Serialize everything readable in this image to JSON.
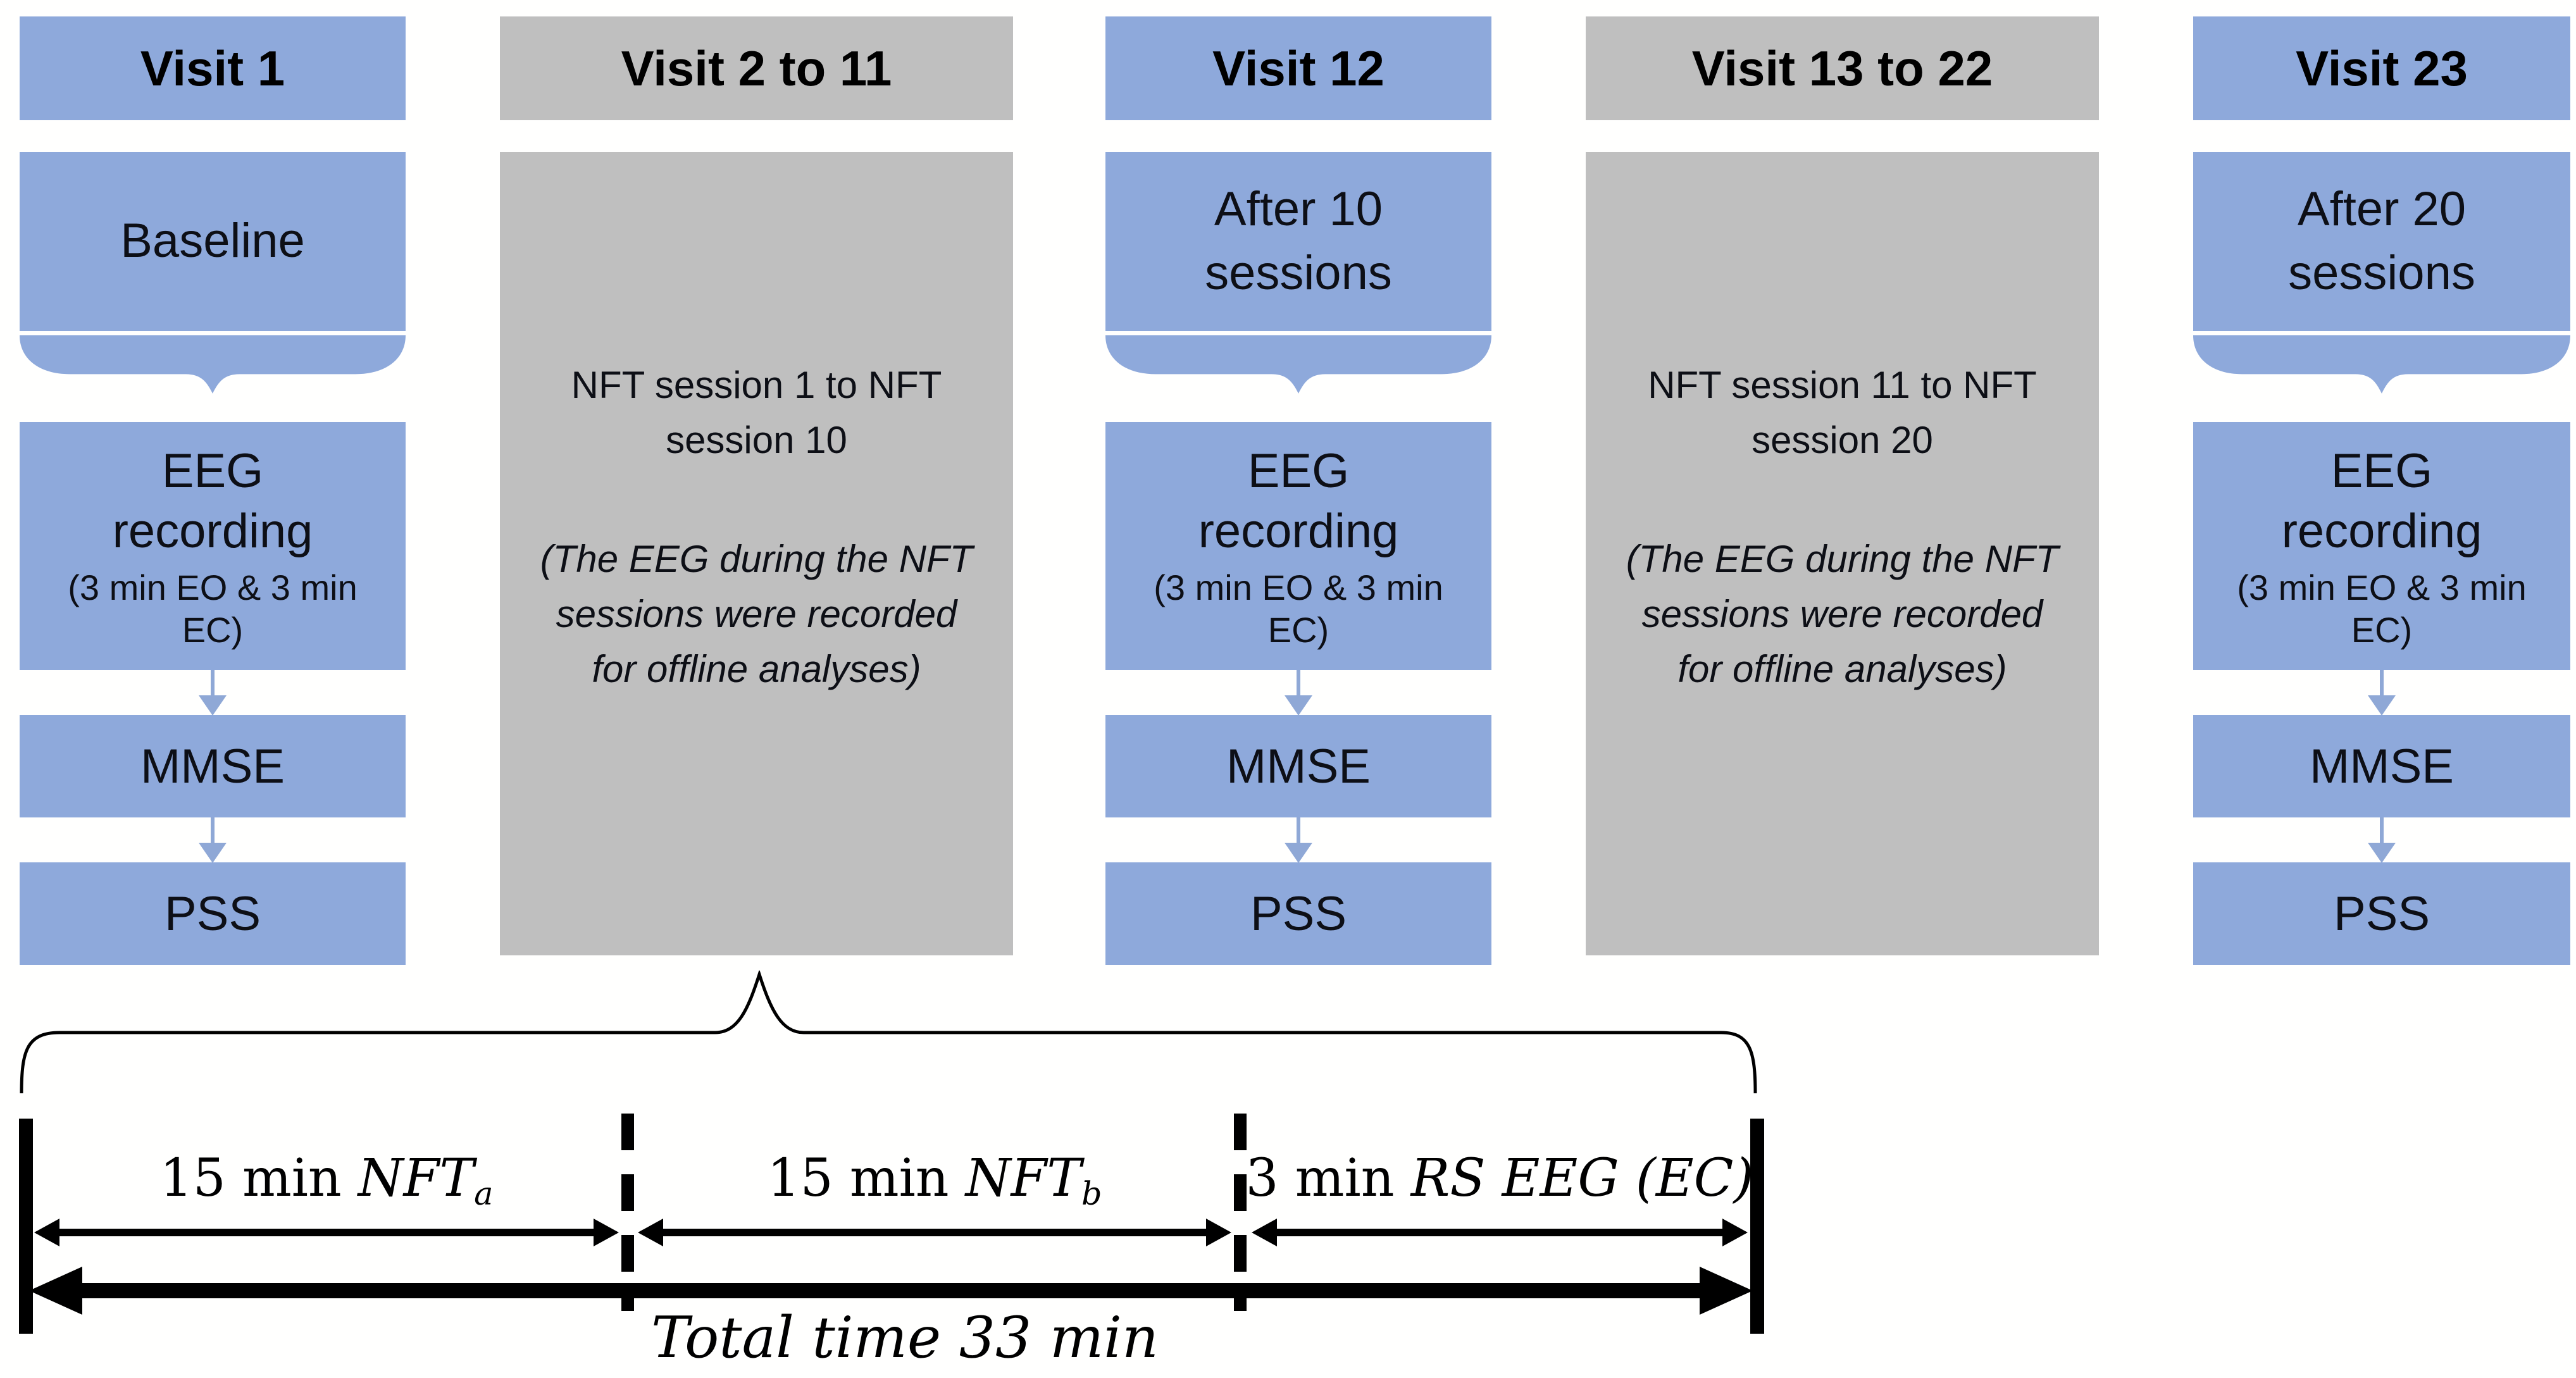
{
  "palette": {
    "visit_blue": "#8EA9DB",
    "session_gray": "#BFBFBF",
    "connector_blue": "#8FA8D6",
    "ink": "#000000"
  },
  "columns": [
    {
      "header": "Visit 1",
      "kind": "assessment",
      "top_box": "Baseline",
      "eeg_main": "EEG recording",
      "eeg_detail": "(3 min EO & 3 min EC)",
      "mmse": "MMSE",
      "pss": "PSS"
    },
    {
      "header": "Visit 2 to 11",
      "kind": "nft",
      "body_title": "NFT session 1 to NFT session 10",
      "body_note": "(The EEG during the NFT sessions were recorded for offline analyses)"
    },
    {
      "header": "Visit 12",
      "kind": "assessment",
      "top_box": "After 10 sessions",
      "eeg_main": "EEG recording",
      "eeg_detail": "(3 min EO & 3 min EC)",
      "mmse": "MMSE",
      "pss": "PSS"
    },
    {
      "header": "Visit 13 to 22",
      "kind": "nft",
      "body_title": "NFT session 11 to NFT session 20",
      "body_note": "(The EEG during the NFT sessions were recorded for offline analyses)"
    },
    {
      "header": "Visit 23",
      "kind": "assessment",
      "top_box": "After 20 sessions",
      "eeg_main": "EEG recording",
      "eeg_detail": "(3 min EO & 3 min EC)",
      "mmse": "MMSE",
      "pss": "PSS"
    }
  ],
  "timeline": {
    "segments": [
      {
        "prefix": "15 min ",
        "term": "NFT",
        "sub": "a",
        "suffix": ""
      },
      {
        "prefix": "15 min ",
        "term": "NFT",
        "sub": "b",
        "suffix": ""
      },
      {
        "prefix": "3 min ",
        "term": "RS EEG",
        "sub": "",
        "suffix": " (EC)"
      }
    ],
    "total": "Total time 33 min"
  }
}
